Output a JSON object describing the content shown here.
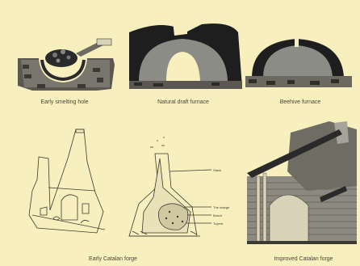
{
  "panels": {
    "early_smelting_hole": "Early smelting hole",
    "natural_draft_furnace": "Natural draft furnace",
    "beehive_furnace": "Beehive furnace",
    "early_catalan_forge": "Early Catalan forge",
    "improved_catalan_forge": "Improved Catalan forge"
  },
  "labels": {
    "stack": "Stack",
    "the_charge": "The charge",
    "bosch": "Bosch",
    "tuyere": "Tuyere"
  },
  "colors": {
    "background": "#f7efbd",
    "dark": "#1e1e1e",
    "gray": "#8c8c86",
    "line": "#3c3a32"
  }
}
